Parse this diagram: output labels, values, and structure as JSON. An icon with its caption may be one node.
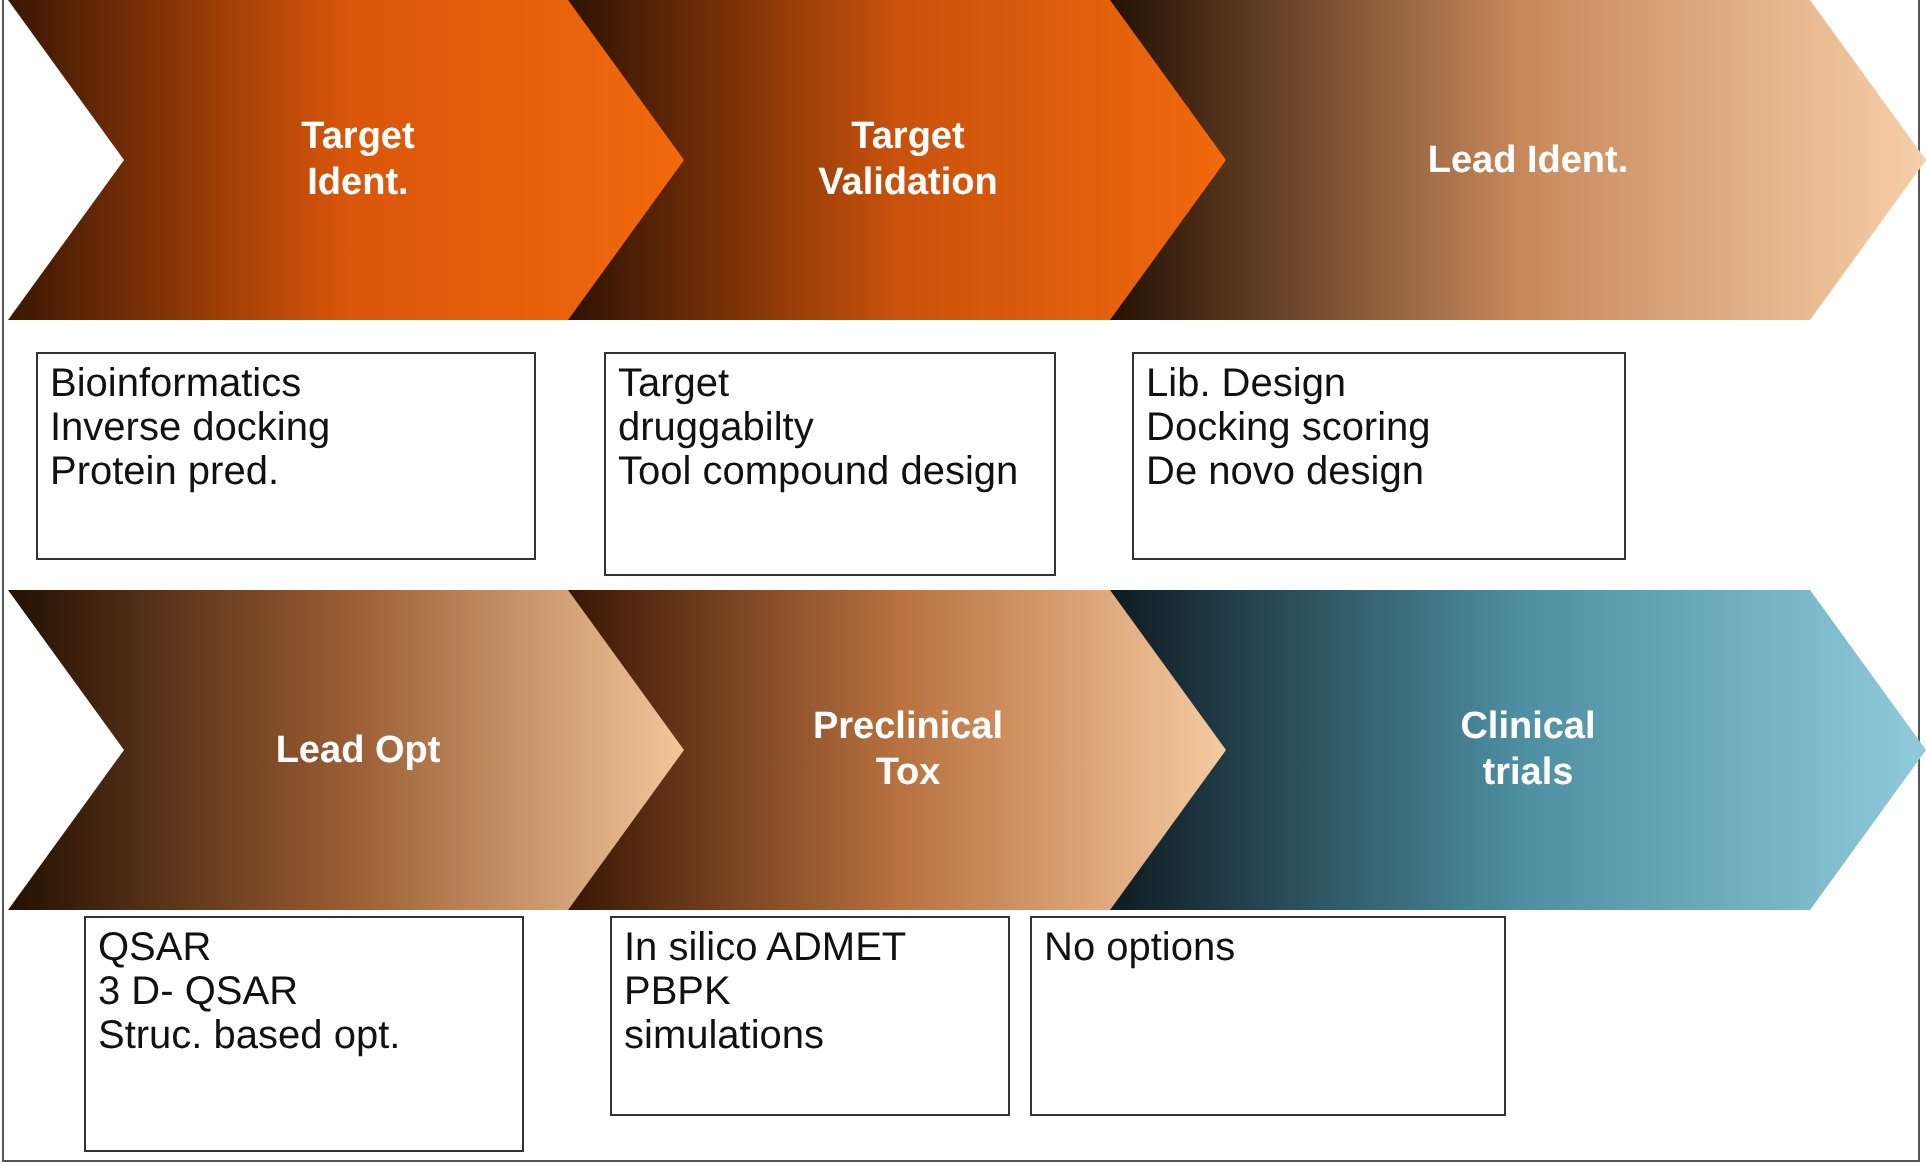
{
  "diagram": {
    "nodes": [
      {
        "text": [
          "Target Ident."
        ]
      },
      {
        "text": [
          "Target Validation"
        ]
      },
      {
        "text": [
          "Lead Ident."
        ]
      },
      {
        "text": [
          "Bioinformatics",
          "Inverse docking",
          "Protein pred."
        ]
      },
      {
        "text": [
          "Target",
          "druggabilty",
          "Tool compound design"
        ]
      },
      {
        "text": [
          "Lib. Design",
          "Docking scoring",
          "De novo design"
        ]
      },
      {
        "text": [
          "Lead Opt"
        ]
      },
      {
        "text": [
          "Preclinical Tox"
        ]
      },
      {
        "text": [
          "Clinical trials"
        ]
      },
      {
        "text": [
          "QSAR",
          "3 D- QSAR",
          "Struc. based opt."
        ]
      },
      {
        "text": [
          "In silico ADMET",
          "PBPK",
          "simulations"
        ]
      },
      {
        "text": [
          "No options"
        ]
      }
    ],
    "edges": []
  }
}
